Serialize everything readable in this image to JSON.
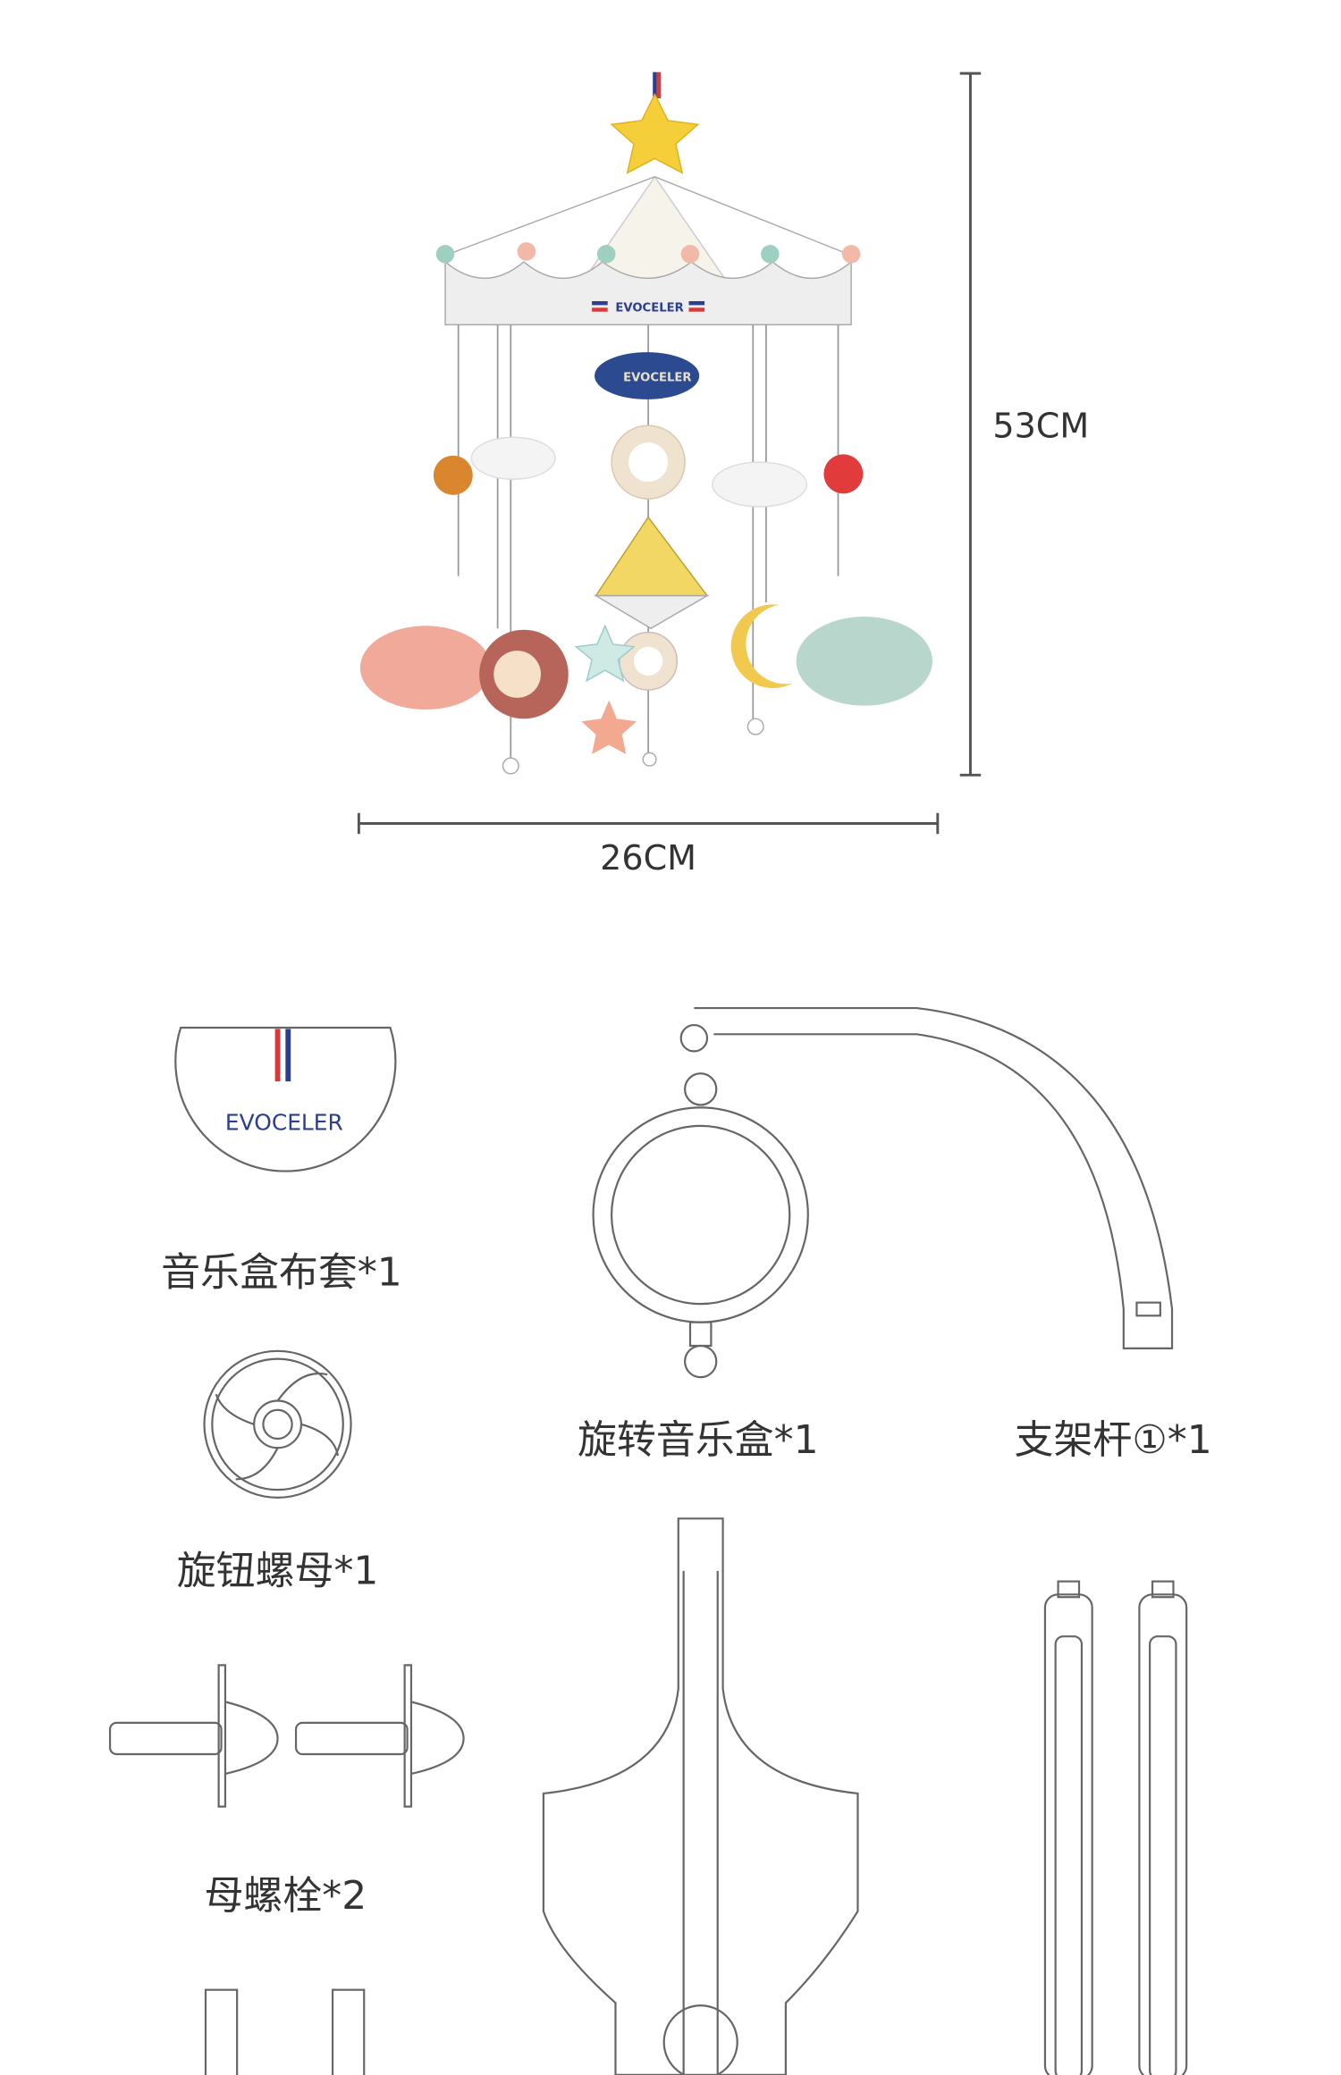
{
  "dimensions": {
    "height": "53CM",
    "width": "26CM"
  },
  "brand": {
    "banner": "EVOCELER",
    "badge": "EVOCELER",
    "cover": "EVOCELER"
  },
  "parts": {
    "cover": "音乐盒布套*1",
    "music_box": "旋转音乐盒*1",
    "arm": "支架杆①*1",
    "knob": "旋钮螺母*1",
    "bolts": "母螺栓*2"
  },
  "colors": {
    "navy": "#2b3f8c",
    "red": "#d83a3a",
    "star": "#f5cf3a"
  }
}
